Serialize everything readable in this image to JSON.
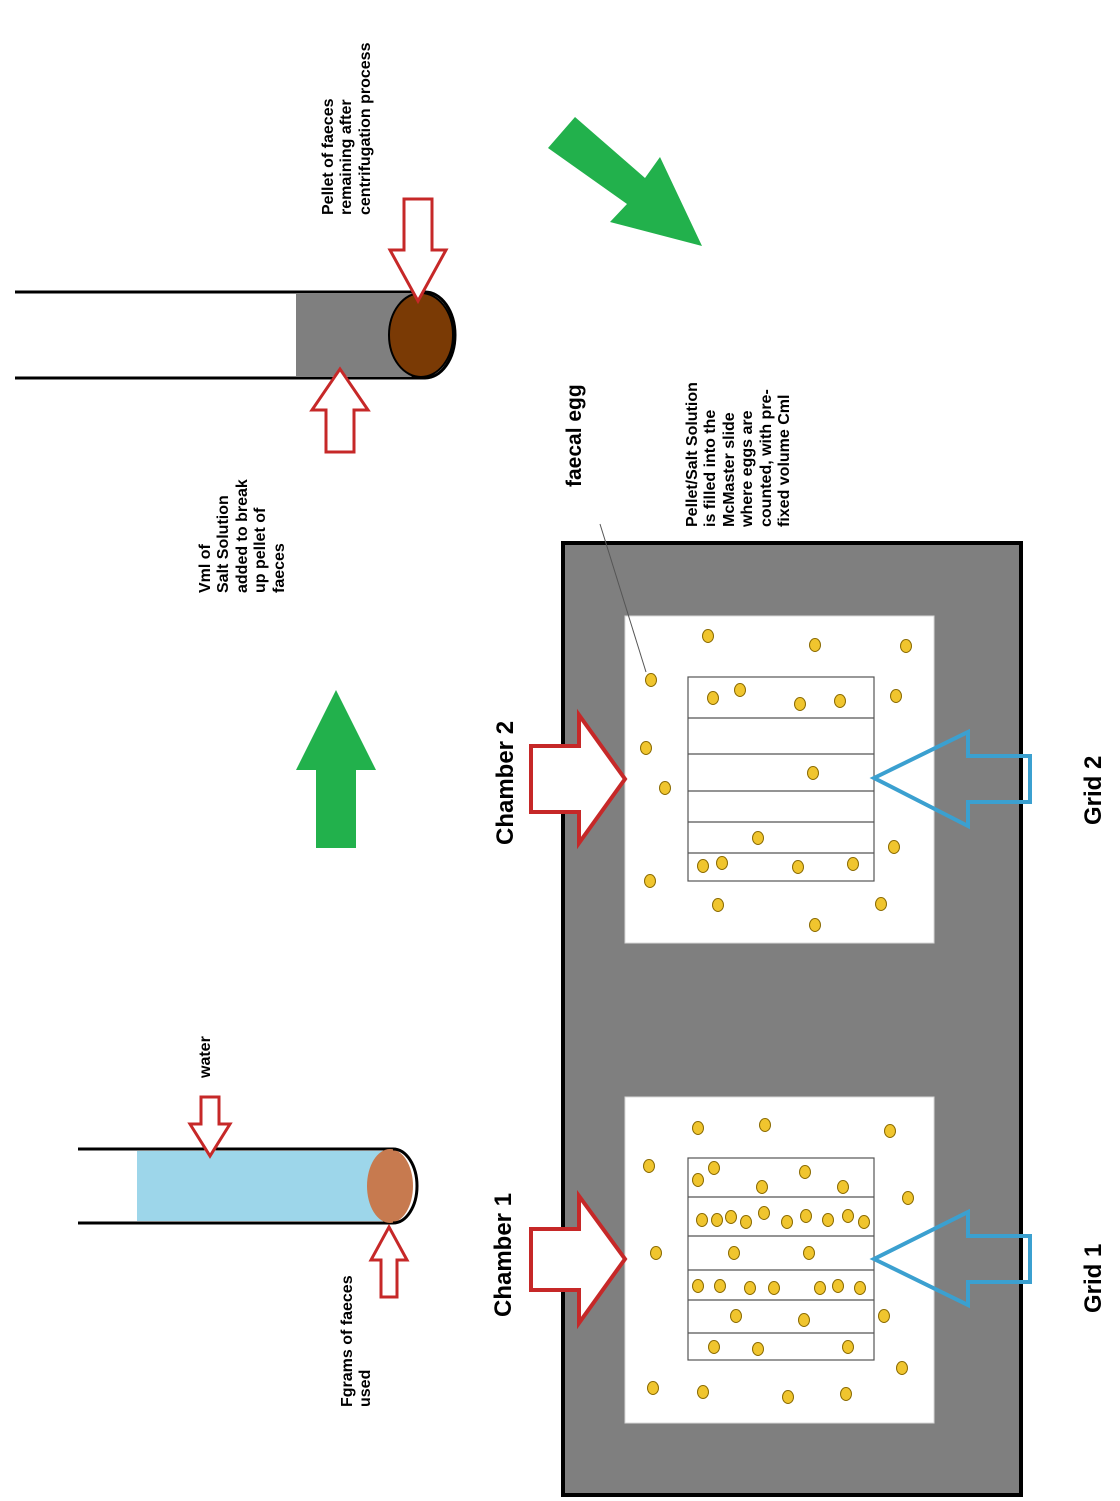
{
  "labels": {
    "pellet_note": "Pellet of faeces\nremaining after\ncentrifugation process",
    "salt_solution_note": "Vml of\nSalt Solution\nadded to break\nup pellet of\nfaeces",
    "water": "water",
    "faeces_used": "Fgrams of faeces\nused",
    "faecal_egg": "faecal egg",
    "slide_note": "Pellet/Salt Solution\nis filled into the\nMcMaster slide\nwhere eggs are\ncounted, with pre-\nfixed volume Cml",
    "chamber_1": "Chamber 1",
    "chamber_2": "Chamber 2",
    "grid_1": "Grid 1",
    "grid_2": "Grid 2"
  },
  "colors": {
    "water": "#9dd6ea",
    "faeces_fresh": "#c77a4f",
    "pellet": "#7a3a05",
    "salt_solution": "#7f7f7f",
    "slide": "#7f7f7f",
    "chamber": "#ffffff",
    "egg": "#f0c52e",
    "green_arrow": "#22b14c",
    "red_arrow": "#c62828",
    "blue_arrow": "#3ba0d0"
  },
  "icons": {
    "flow_arrow_1": "up-arrow",
    "flow_arrow_2": "down-right-arrow",
    "pointer_arrows": "outline-arrow"
  }
}
